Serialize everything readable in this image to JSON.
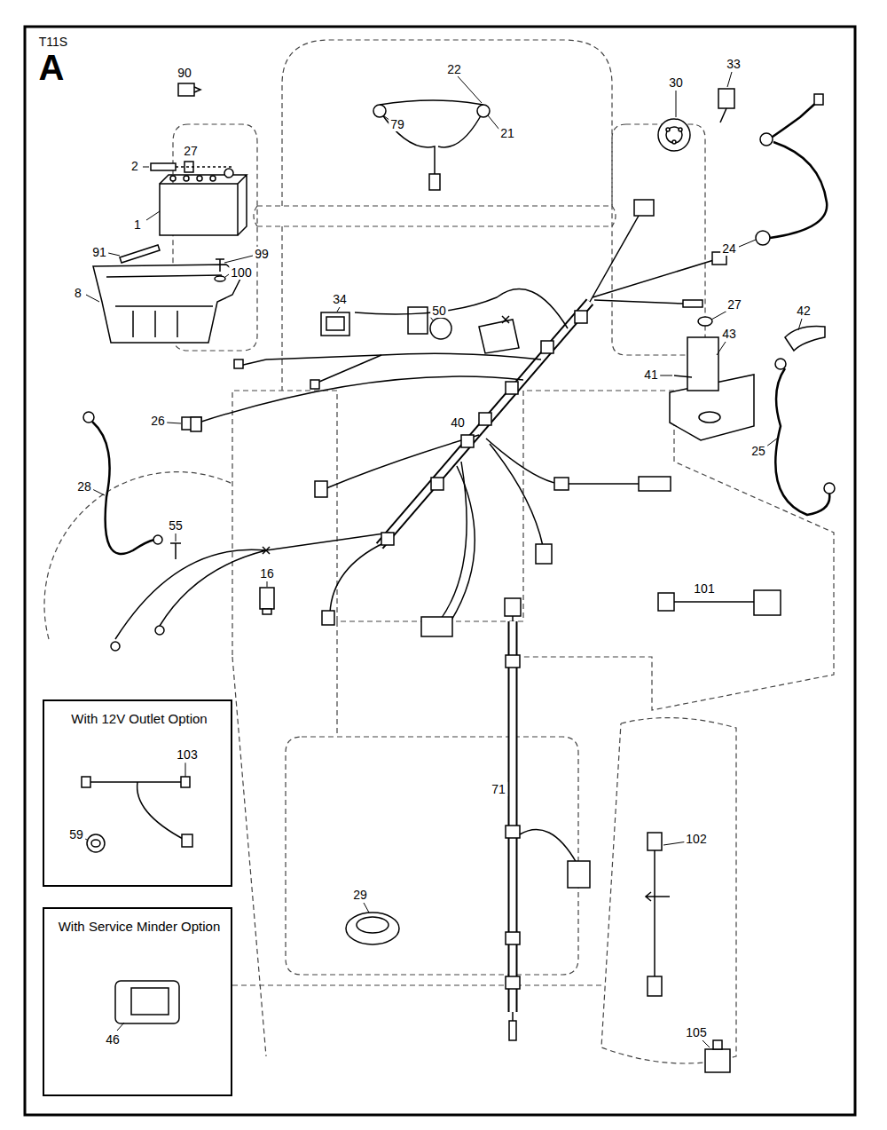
{
  "diagram": {
    "nodes": [
      {
        "text": [
          "With 12V Outlet Option",
          "103",
          "59"
        ]
      },
      {
        "text": [
          "With Service Minder Option",
          "46"
        ]
      }
    ],
    "labels": [
      "T11S",
      "A",
      "90",
      "22",
      "79",
      "21",
      "30",
      "33",
      "27",
      "2",
      "1",
      "91",
      "99",
      "100",
      "8",
      "34",
      "50",
      "24",
      "27",
      "42",
      "43",
      "41",
      "25",
      "26",
      "40",
      "28",
      "55",
      "16",
      "101",
      "71",
      "102",
      "29",
      "105"
    ]
  }
}
